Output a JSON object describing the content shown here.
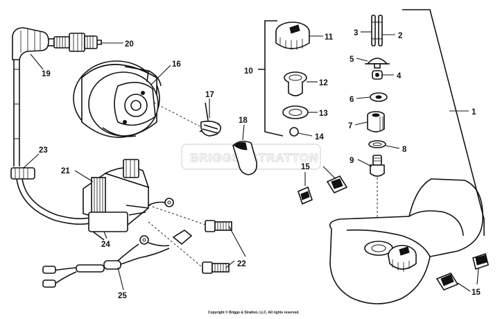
{
  "callouts": [
    {
      "id": "c1",
      "text": "1"
    },
    {
      "id": "c2",
      "text": "2"
    },
    {
      "id": "c3",
      "text": "3"
    },
    {
      "id": "c4",
      "text": "4"
    },
    {
      "id": "c5",
      "text": "5"
    },
    {
      "id": "c6",
      "text": "6"
    },
    {
      "id": "c7",
      "text": "7"
    },
    {
      "id": "c8",
      "text": "8"
    },
    {
      "id": "c9",
      "text": "9"
    },
    {
      "id": "c10",
      "text": "10"
    },
    {
      "id": "c11",
      "text": "11"
    },
    {
      "id": "c12",
      "text": "12"
    },
    {
      "id": "c13",
      "text": "13"
    },
    {
      "id": "c14",
      "text": "14"
    },
    {
      "id": "c15a",
      "text": "15"
    },
    {
      "id": "c15b",
      "text": "15"
    },
    {
      "id": "c16",
      "text": "16"
    },
    {
      "id": "c17",
      "text": "17"
    },
    {
      "id": "c18",
      "text": "18"
    },
    {
      "id": "c19",
      "text": "19"
    },
    {
      "id": "c20",
      "text": "20"
    },
    {
      "id": "c21",
      "text": "21"
    },
    {
      "id": "c22",
      "text": "22"
    },
    {
      "id": "c23",
      "text": "23"
    },
    {
      "id": "c24",
      "text": "24"
    },
    {
      "id": "c25",
      "text": "25"
    }
  ],
  "watermark": "BRIGGS&STRATTON",
  "copyright": "Copyright © Briggs & Stratton, LLC. All rights reserved."
}
